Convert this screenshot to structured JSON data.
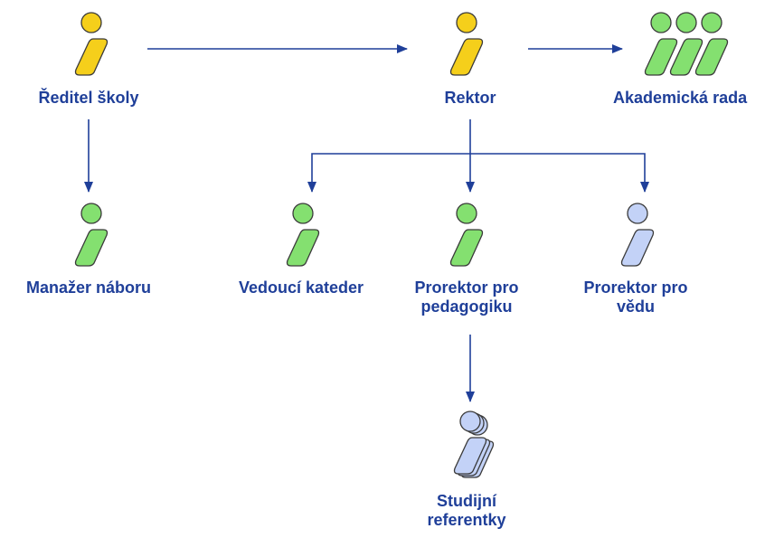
{
  "colors": {
    "connector": "#1f3f99",
    "text": "#1f3f99",
    "outline": "#3a3a3a",
    "yellow": "#f5cf1b",
    "green": "#84e070",
    "blue": "#c3d2f7"
  },
  "nodes": [
    {
      "id": "reditel",
      "lines": [
        "Ředitel školy"
      ],
      "color": "yellow",
      "icon": "person-icon"
    },
    {
      "id": "rektor",
      "lines": [
        "Rektor"
      ],
      "color": "yellow",
      "icon": "person-icon"
    },
    {
      "id": "akademicka",
      "lines": [
        "Akademická rada"
      ],
      "color": "green",
      "icon": "group-icon"
    },
    {
      "id": "manazer",
      "lines": [
        "Manažer náboru"
      ],
      "color": "green",
      "icon": "person-icon"
    },
    {
      "id": "vedouci",
      "lines": [
        "Vedoucí kateder"
      ],
      "color": "green",
      "icon": "person-icon"
    },
    {
      "id": "prorektor_ped",
      "lines": [
        "Prorektor pro",
        "pedagogiku"
      ],
      "color": "green",
      "icon": "person-icon"
    },
    {
      "id": "prorektor_veda",
      "lines": [
        "Prorektor pro",
        "vědu"
      ],
      "color": "blue",
      "icon": "person-icon"
    },
    {
      "id": "referentky",
      "lines": [
        "Studijní",
        "referentky"
      ],
      "color": "blue",
      "icon": "multi-person-icon"
    }
  ],
  "edges": [
    {
      "from": "reditel",
      "to": "rektor"
    },
    {
      "from": "rektor",
      "to": "akademicka"
    },
    {
      "from": "reditel",
      "to": "manazer"
    },
    {
      "from": "rektor",
      "to": "vedouci"
    },
    {
      "from": "rektor",
      "to": "prorektor_ped"
    },
    {
      "from": "rektor",
      "to": "prorektor_veda"
    },
    {
      "from": "prorektor_ped",
      "to": "referentky"
    }
  ]
}
